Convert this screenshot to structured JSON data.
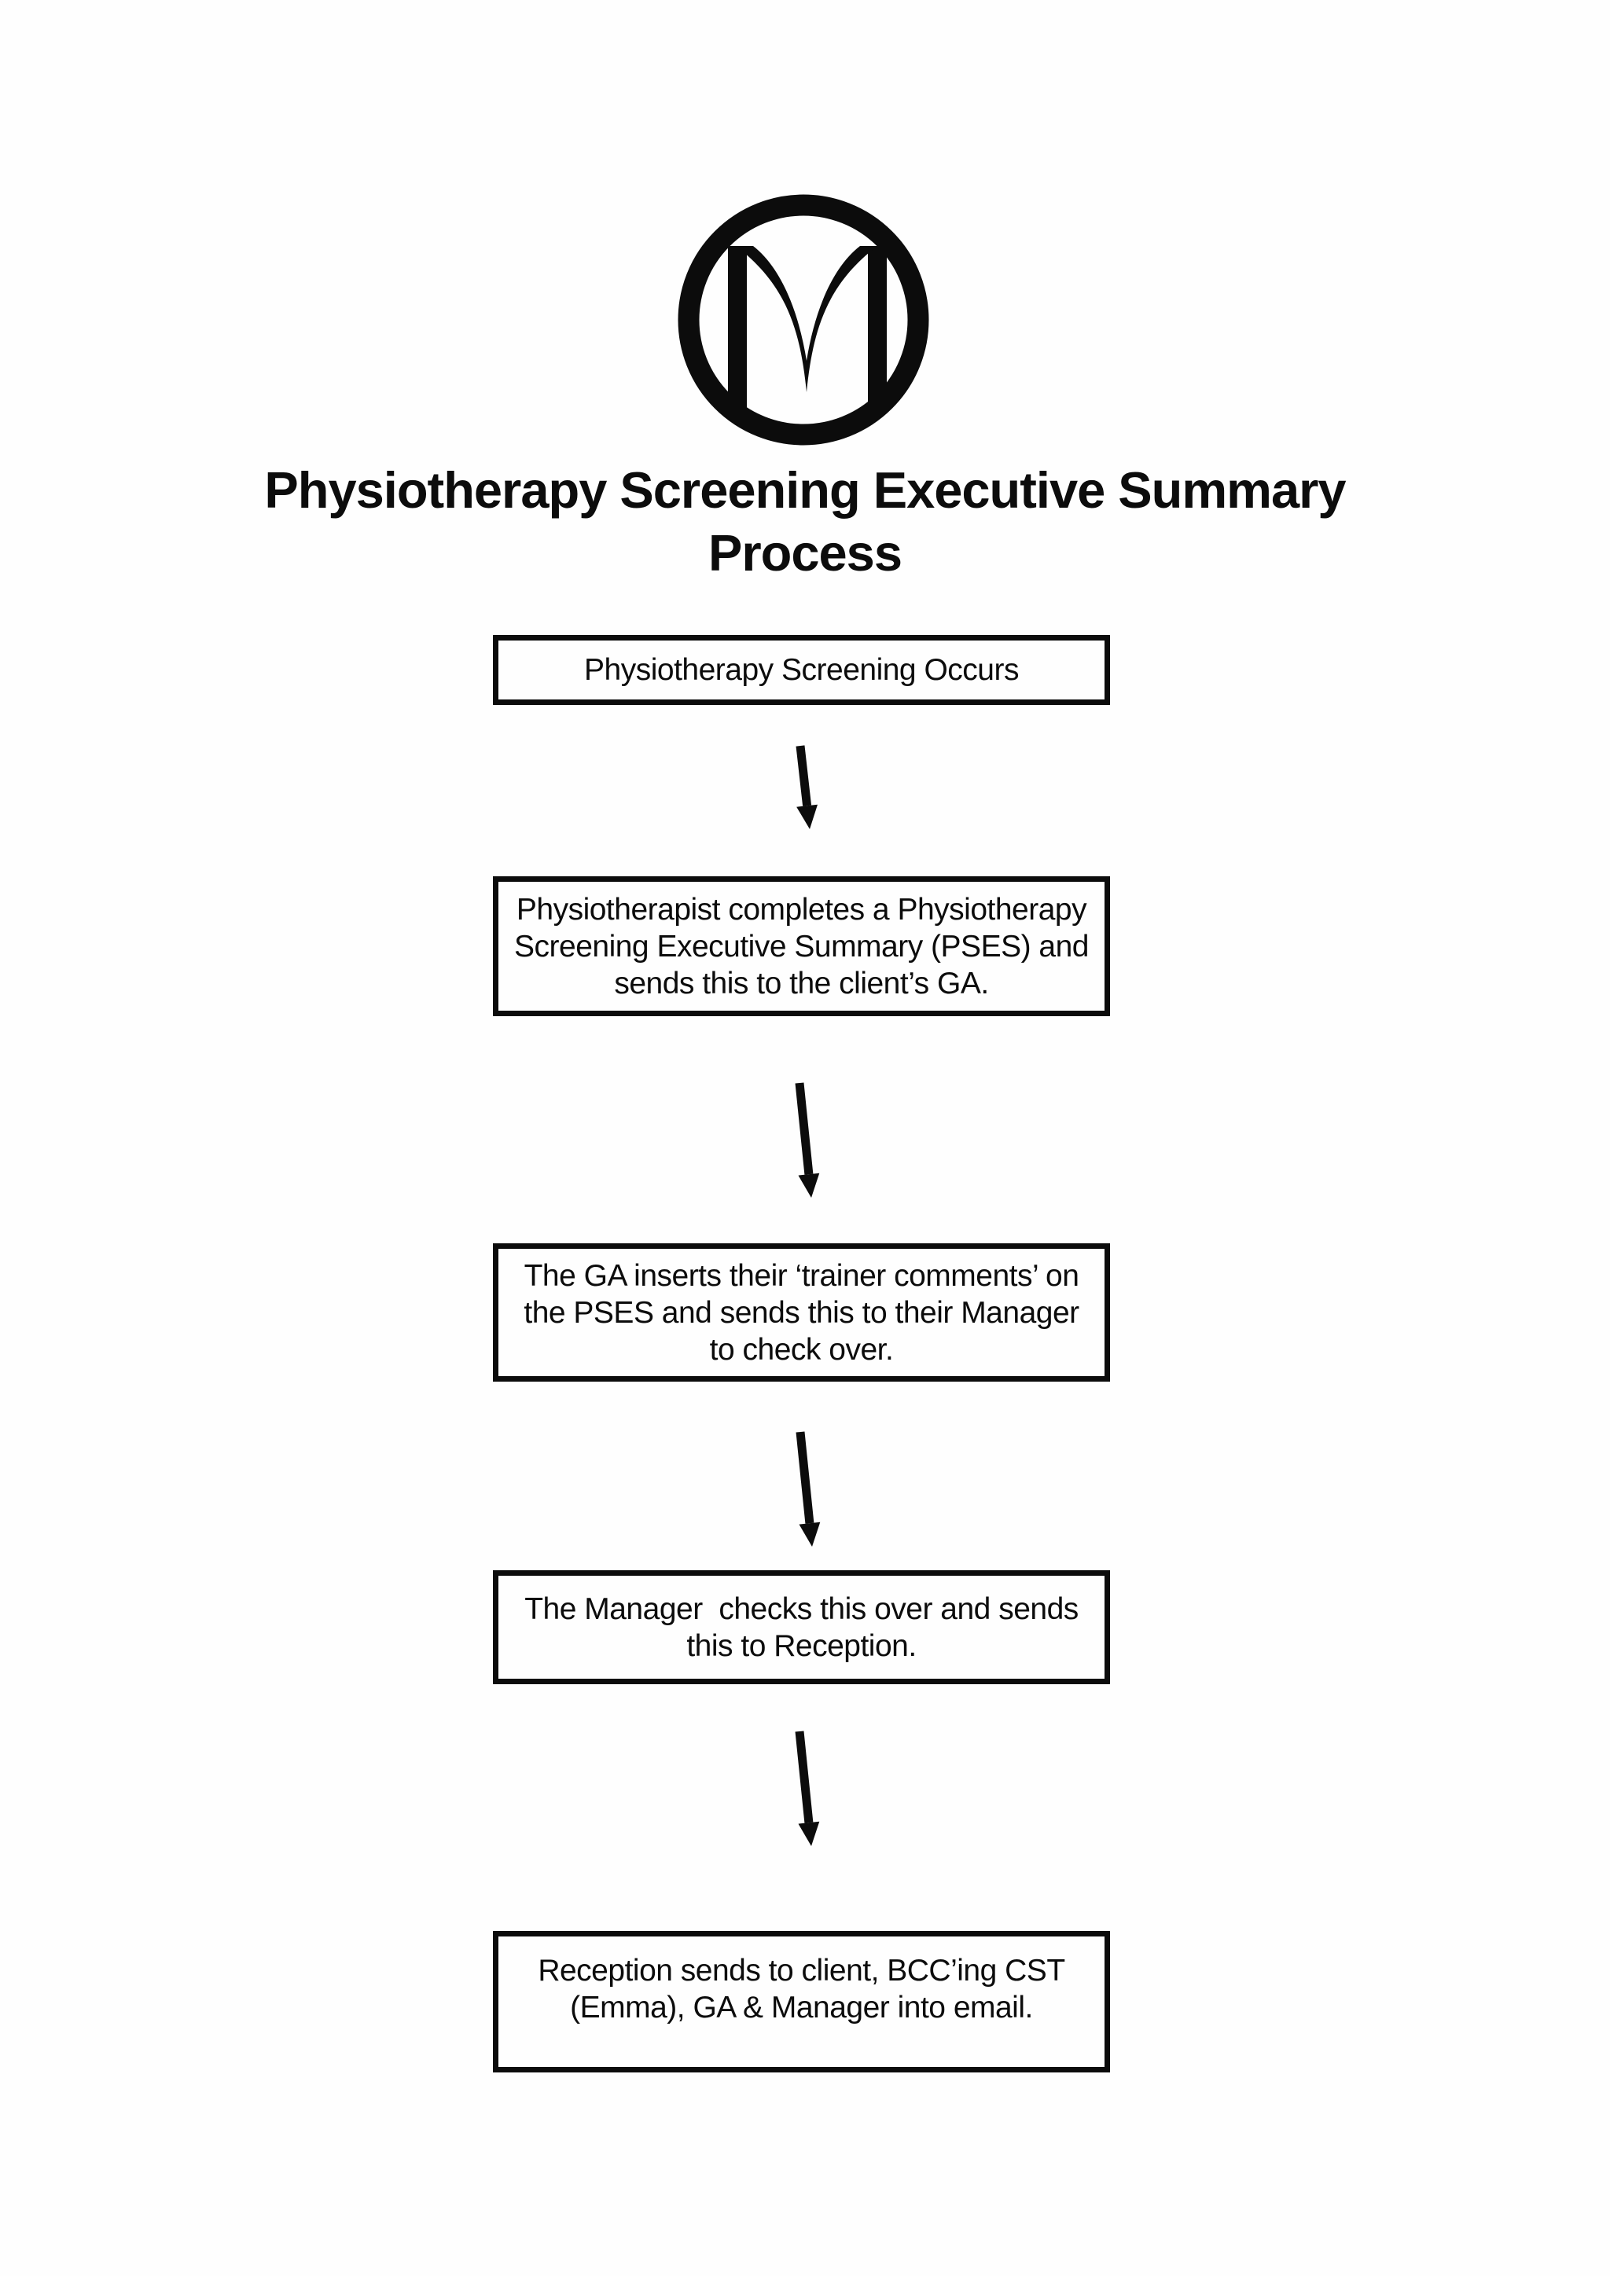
{
  "page": {
    "background_color": "#fefefe",
    "ink_color": "#0c0c0c",
    "logo_icon": "m-circle-logo-icon",
    "title_line1": "Physiotherapy Screening Executive Summary",
    "title_line2": "Process"
  },
  "flow": {
    "connector_icon": "arrow-down-icon",
    "steps": [
      {
        "name": "step-1",
        "lines": [
          "Physiotherapy Screening Occurs"
        ]
      },
      {
        "name": "step-2",
        "lines": [
          "Physiotherapist completes a Physiotherapy",
          "Screening Executive Summary (PSES) and",
          "sends this to the client’s GA."
        ]
      },
      {
        "name": "step-3",
        "lines": [
          "The GA inserts their ‘trainer comments’ on",
          "the PSES and sends this to their Manager",
          "to check over."
        ]
      },
      {
        "name": "step-4",
        "lines": [
          "The Manager  checks this over and sends",
          "this to Reception."
        ]
      },
      {
        "name": "step-5",
        "lines": [
          "Reception sends to client, BCC’ing CST",
          "(Emma), GA & Manager into email."
        ]
      }
    ]
  }
}
